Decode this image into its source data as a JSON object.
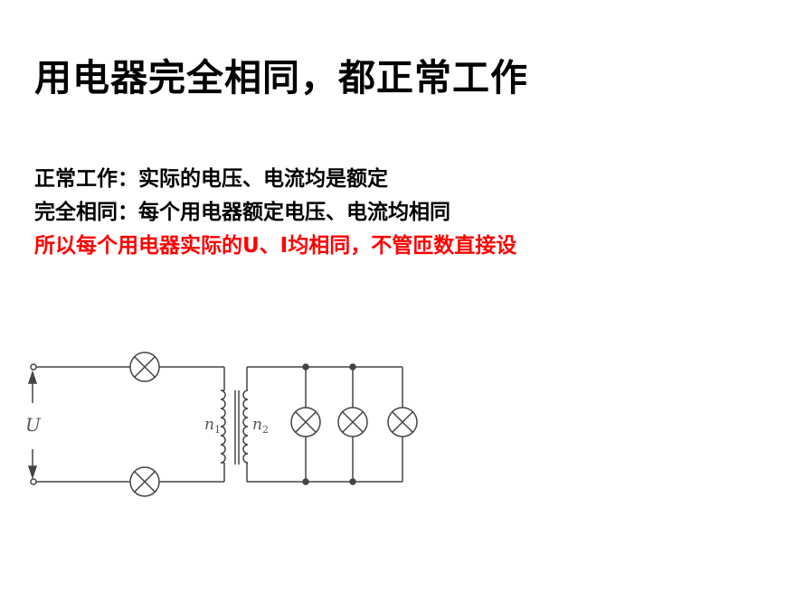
{
  "slide": {
    "title": "用电器完全相同，都正常工作",
    "lines": [
      "正常工作：实际的电压、电流均是额定",
      "完全相同：每个用电器额定电压、电流均相同",
      "所以每个用电器实际的U、I均相同，不管匝数直接设"
    ],
    "highlight_color": "#ff0000"
  },
  "diagram": {
    "voltage_label": "U",
    "primary_label": "n",
    "primary_sub": "1",
    "secondary_label": "n",
    "secondary_sub": "2",
    "primary_lamps": 2,
    "secondary_lamps": 3
  }
}
